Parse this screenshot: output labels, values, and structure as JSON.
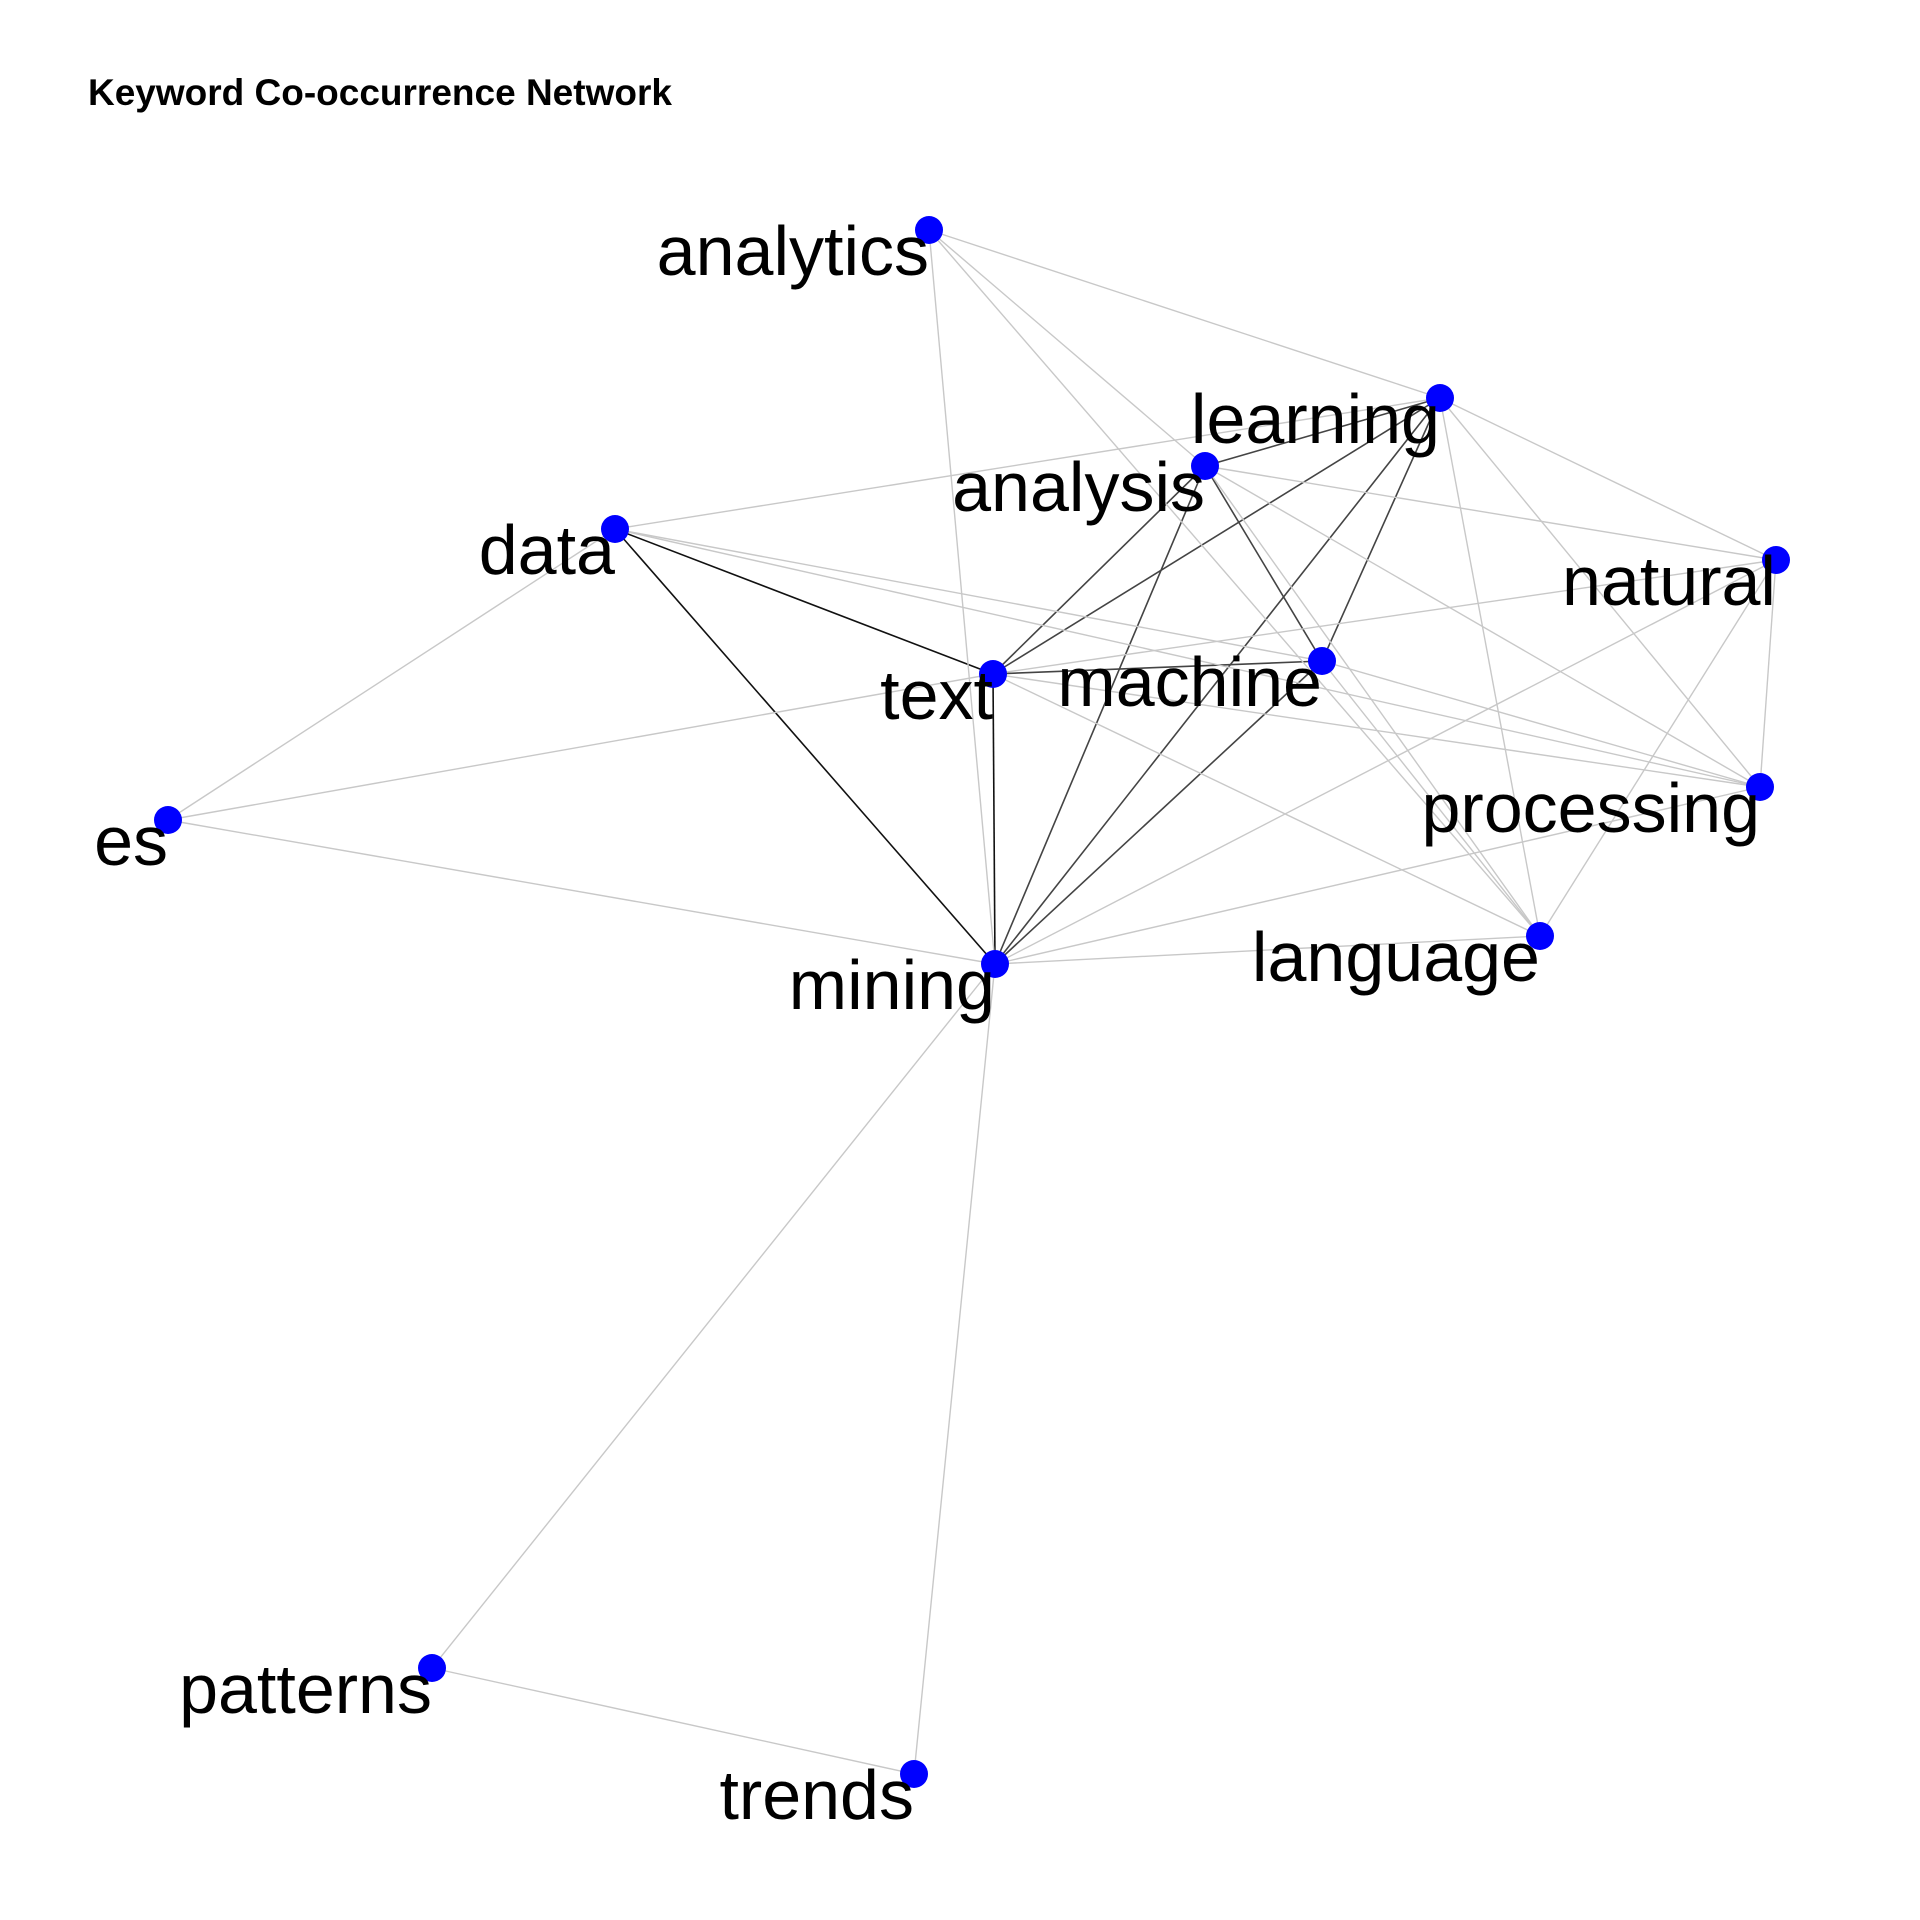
{
  "title": "Keyword Co-occurrence Network",
  "chart_data": {
    "type": "network",
    "title": "Keyword Co-occurrence Network",
    "node_color": "#0000ff",
    "nodes": [
      {
        "id": "analytics",
        "label": "analytics"
      },
      {
        "id": "learning",
        "label": "learning"
      },
      {
        "id": "analysis",
        "label": "analysis"
      },
      {
        "id": "data",
        "label": "data"
      },
      {
        "id": "natural",
        "label": "natural"
      },
      {
        "id": "text",
        "label": "text"
      },
      {
        "id": "machine",
        "label": "machine"
      },
      {
        "id": "es",
        "label": "es"
      },
      {
        "id": "processing",
        "label": "processing"
      },
      {
        "id": "language",
        "label": "language"
      },
      {
        "id": "mining",
        "label": "mining"
      },
      {
        "id": "patterns",
        "label": "patterns"
      },
      {
        "id": "trends",
        "label": "trends"
      }
    ],
    "edges": [
      [
        "data",
        "text",
        3
      ],
      [
        "data",
        "mining",
        3
      ],
      [
        "text",
        "mining",
        3
      ],
      [
        "text",
        "analysis",
        2
      ],
      [
        "text",
        "learning",
        2
      ],
      [
        "text",
        "machine",
        2
      ],
      [
        "mining",
        "analysis",
        2
      ],
      [
        "mining",
        "learning",
        2
      ],
      [
        "mining",
        "machine",
        2
      ],
      [
        "analysis",
        "learning",
        2
      ],
      [
        "learning",
        "machine",
        2
      ],
      [
        "analysis",
        "machine",
        2
      ],
      [
        "analytics",
        "learning",
        1
      ],
      [
        "analytics",
        "mining",
        1
      ],
      [
        "analytics",
        "analysis",
        1
      ],
      [
        "analytics",
        "language",
        1
      ],
      [
        "learning",
        "natural",
        1
      ],
      [
        "learning",
        "processing",
        1
      ],
      [
        "learning",
        "language",
        1
      ],
      [
        "data",
        "learning",
        1
      ],
      [
        "analysis",
        "natural",
        1
      ],
      [
        "analysis",
        "processing",
        1
      ],
      [
        "analysis",
        "language",
        1
      ],
      [
        "data",
        "machine",
        1
      ],
      [
        "data",
        "processing",
        1
      ],
      [
        "natural",
        "text",
        1
      ],
      [
        "natural",
        "mining",
        1
      ],
      [
        "natural",
        "language",
        1
      ],
      [
        "natural",
        "processing",
        1
      ],
      [
        "machine",
        "processing",
        1
      ],
      [
        "machine",
        "language",
        1
      ],
      [
        "text",
        "processing",
        1
      ],
      [
        "text",
        "language",
        1
      ],
      [
        "text",
        "es",
        1
      ],
      [
        "mining",
        "processing",
        1
      ],
      [
        "mining",
        "language",
        1
      ],
      [
        "mining",
        "es",
        1
      ],
      [
        "mining",
        "patterns",
        1
      ],
      [
        "mining",
        "trends",
        1
      ],
      [
        "patterns",
        "trends",
        1
      ],
      [
        "es",
        "data",
        1
      ]
    ]
  }
}
